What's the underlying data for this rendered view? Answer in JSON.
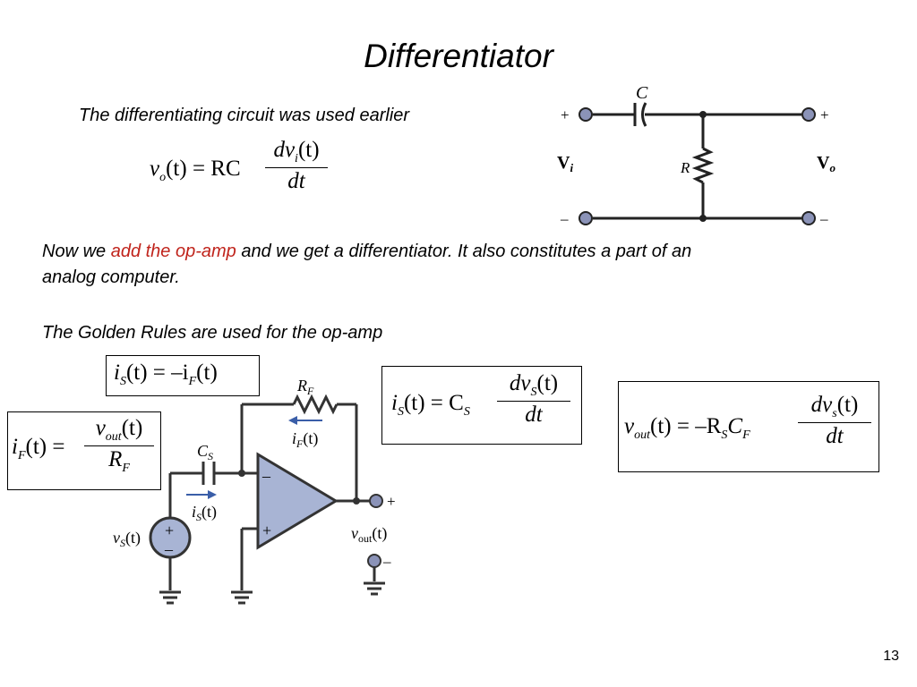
{
  "slide": {
    "title": "Differentiator",
    "intro": "The differentiating circuit was used earlier",
    "para1_pre": "Now we ",
    "para1_highlight": "add the op-amp",
    "para1_post": " and we get a differentiator.  It also constitutes a part of an",
    "para1_line2": "analog computer.",
    "golden_rules": "The Golden Rules are used for the op-amp",
    "page_number": "13"
  },
  "colors": {
    "highlight": "#c0241c",
    "component_fill": "#a8b4d4",
    "terminal_fill": "#8b93b8"
  },
  "rc_circuit": {
    "cap_label": "C",
    "res_label": "R",
    "vin_label": "V",
    "vin_sub": "i",
    "vout_label": "V",
    "vout_sub": "o",
    "plus": "+",
    "minus": "–"
  },
  "opamp_circuit": {
    "rf_label": "R",
    "rf_sub": "F",
    "if_label": "i",
    "if_sub": "F",
    "if_arg": "(t)",
    "cs_label": "C",
    "cs_sub": "S",
    "is_label": "i",
    "is_sub": "S",
    "is_arg": "(t)",
    "vs_label": "v",
    "vs_sub": "S",
    "vs_arg": "(t)",
    "vout_label": "v",
    "vout_sub": "out",
    "vout_arg": "(t)",
    "opamp_minus": "–",
    "opamp_plus": "+",
    "out_plus": "+",
    "out_minus": "–"
  },
  "equations": {
    "eq_rc": {
      "lhs_v": "v",
      "lhs_sub": "o",
      "lhs_rest": "(t) = RC",
      "num_dv": "dv",
      "num_sub": "i",
      "num_rest": "(t)",
      "den": "dt"
    },
    "eq_is_if": {
      "is": "i",
      "is_sub": "S",
      "mid": "(t) = –i",
      "if_sub": "F",
      "end": "(t)"
    },
    "eq_if": {
      "i": "i",
      "i_sub": "F",
      "mid": "(t) =",
      "num_v": "v",
      "num_sub": "out",
      "num_rest": "(t)",
      "den_r": "R",
      "den_sub": "F"
    },
    "eq_is": {
      "i": "i",
      "i_sub": "S",
      "mid": "(t) = C",
      "c_sub": "S",
      "num_dv": "dv",
      "num_sub": "S",
      "num_rest": "(t)",
      "den": "dt"
    },
    "eq_vout": {
      "v": "v",
      "v_sub": "out",
      "mid": "(t) = –R",
      "r_sub": "S",
      "c": "C",
      "c_sub": "F",
      "num_dv": "dv",
      "num_sub": "s",
      "num_rest": "(t)",
      "den": "dt"
    }
  }
}
